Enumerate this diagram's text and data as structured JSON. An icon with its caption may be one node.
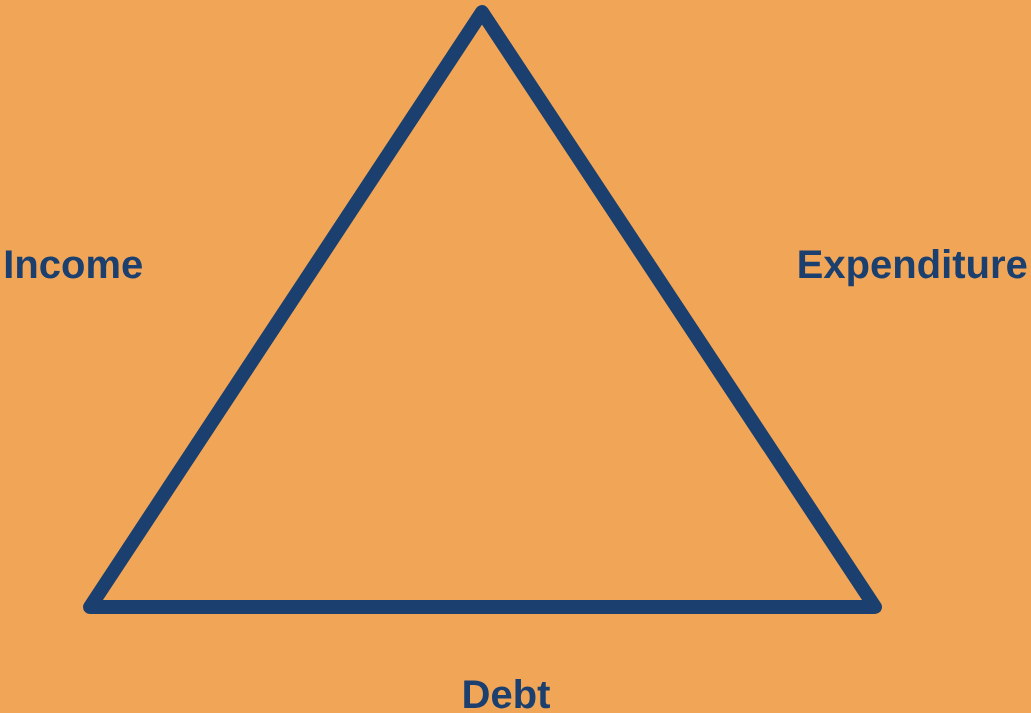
{
  "diagram": {
    "labels": [
      "Income",
      "Expenditure",
      "Debt"
    ]
  }
}
